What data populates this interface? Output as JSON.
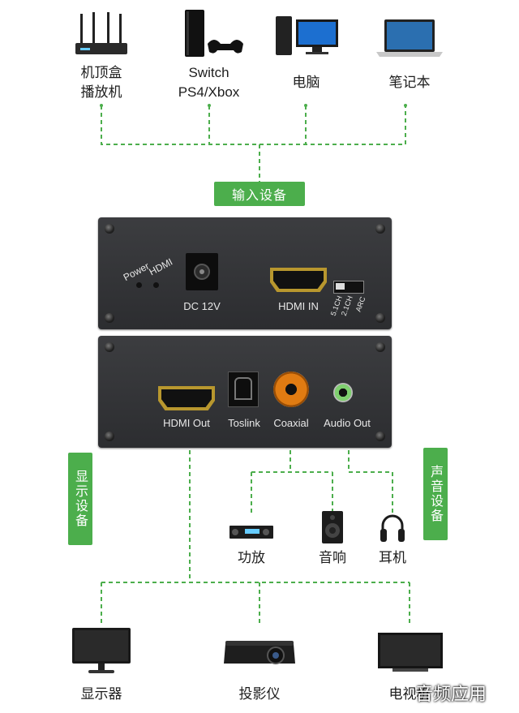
{
  "top_devices": [
    {
      "icon": "router-icon",
      "label": "机顶盒\n播放机"
    },
    {
      "icon": "game-console-icon",
      "label": "Switch\nPS4/Xbox"
    },
    {
      "icon": "desktop-computer-icon",
      "label": "电脑"
    },
    {
      "icon": "laptop-icon",
      "label": "笔记本"
    }
  ],
  "input_tag": "输入设备",
  "top_panel": {
    "power": "Power",
    "hdmi_led": "HDMI",
    "dc": "DC 12V",
    "hdmi_in": "HDMI IN",
    "switch_labels": [
      "5.1CH",
      "2.1CH",
      "ARC"
    ]
  },
  "bottom_panel": {
    "hdmi_out": "HDMI Out",
    "toslink": "Toslink",
    "coaxial": "Coaxial",
    "audio_out": "Audio Out"
  },
  "display_tag": "显示设备",
  "audio_tag": "声音设备",
  "audio_devices": [
    {
      "icon": "amplifier-icon",
      "label": "功放"
    },
    {
      "icon": "speaker-icon",
      "label": "音响"
    },
    {
      "icon": "headphones-icon",
      "label": "耳机"
    }
  ],
  "display_devices": [
    {
      "icon": "monitor-icon",
      "label": "显示器"
    },
    {
      "icon": "projector-icon",
      "label": "投影仪"
    },
    {
      "icon": "tv-icon",
      "label": "电视机"
    }
  ],
  "watermark": "音频应用",
  "colors": {
    "accent": "#4cae4c",
    "panel": "#333437"
  }
}
